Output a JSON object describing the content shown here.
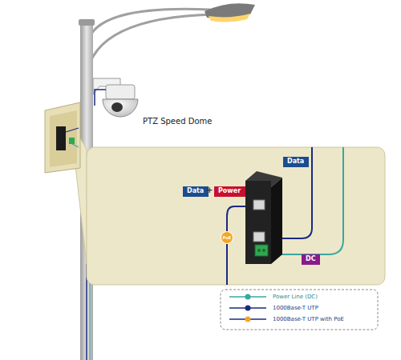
{
  "diagram": {
    "nodes": [
      {
        "text": [
          "Data"
        ]
      },
      {
        "text": [
          "Data"
        ]
      },
      {
        "text": [
          "Power"
        ]
      },
      {
        "text": [
          "PoE"
        ]
      },
      {
        "text": [
          "DC"
        ]
      }
    ],
    "labels": [
      "PTZ Speed Dome",
      "+"
    ],
    "legend": [
      {
        "text": "Power Line (DC)"
      },
      {
        "text": "1000Base-T UTP"
      },
      {
        "text": "1000Base-T UTP with PoE"
      }
    ]
  }
}
